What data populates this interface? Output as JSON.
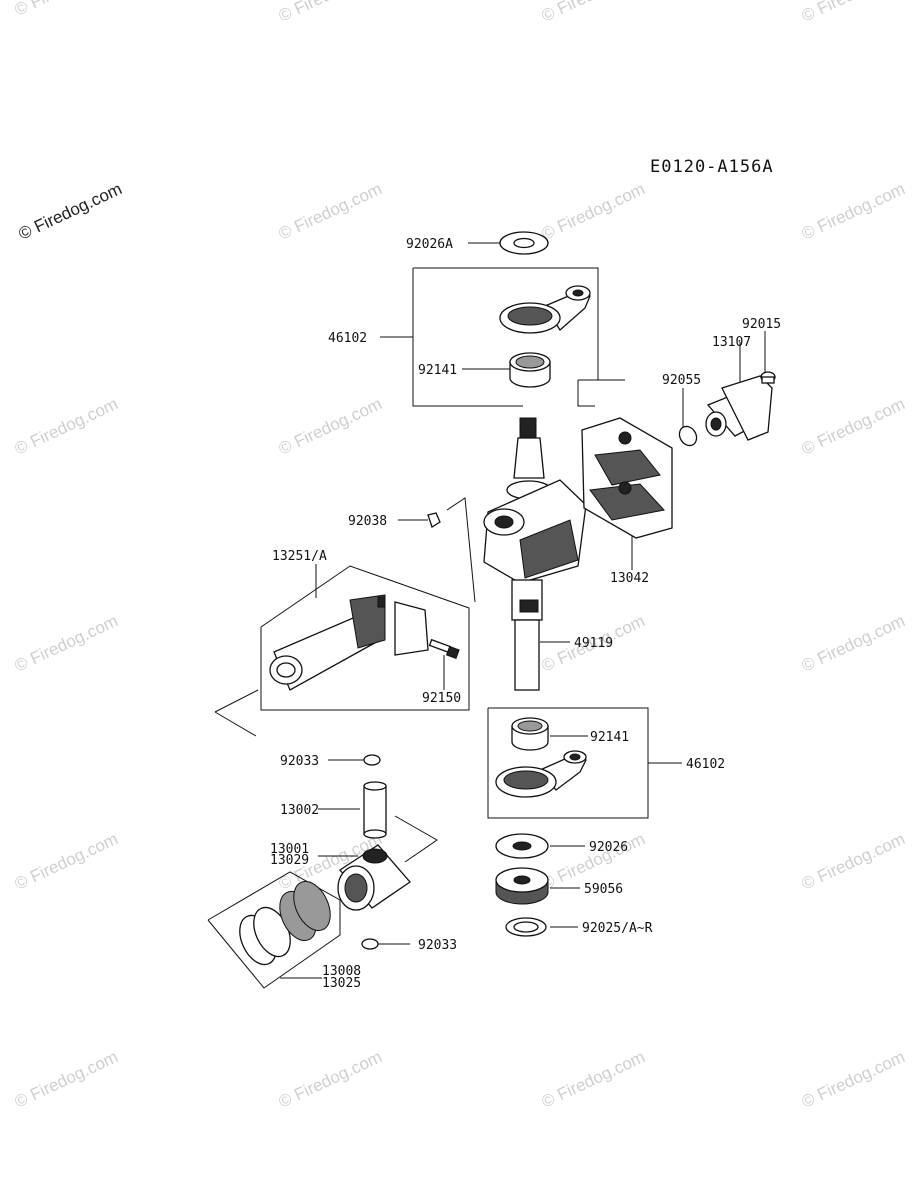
{
  "diagram": {
    "code": "E0120-A156A",
    "watermark": "© Firedog.com"
  },
  "labels": {
    "washer_top": "92026A",
    "conrod_assy_top": "46102",
    "bushing_top": "92141",
    "bolt_13107": "92015",
    "housing": "13107",
    "oring": "92055",
    "key": "92038",
    "conrod": "13251/A",
    "weight": "13042",
    "crankshaft": "49119",
    "bolt_92150": "92150",
    "bushing_bottom": "92141",
    "conrod_assy_bottom": "46102",
    "circlip_top": "92033",
    "pin": "13002",
    "piston_a": "13001",
    "piston_b": "13029",
    "washer_bottom": "92026",
    "gear": "59056",
    "shim": "92025/A~R",
    "circlip_bottom": "92033",
    "rings_a": "13008",
    "rings_b": "13025"
  }
}
